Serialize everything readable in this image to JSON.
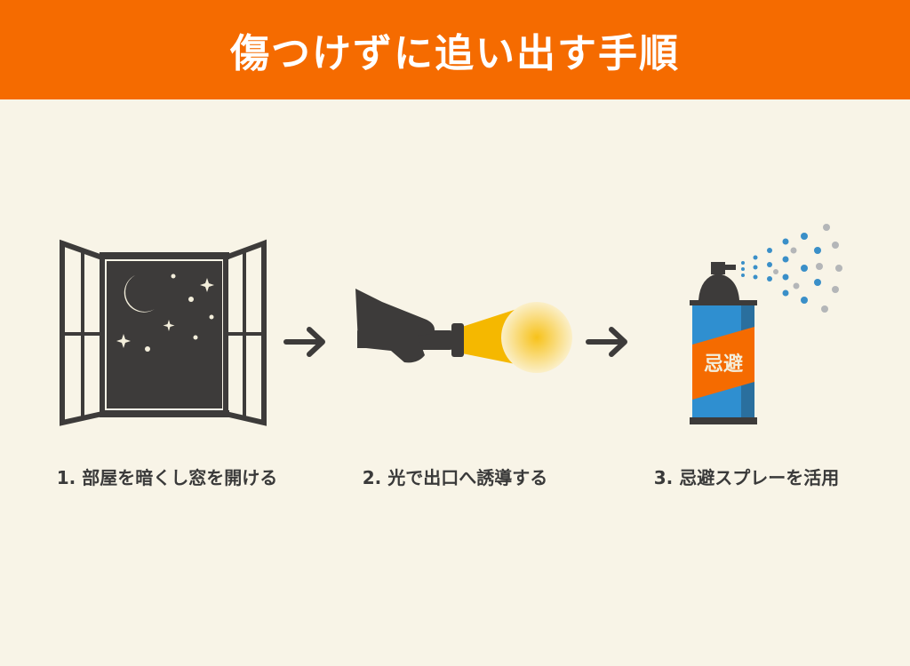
{
  "header": {
    "title": "傷つけずに追い出す手順"
  },
  "steps": [
    {
      "label": "1. 部屋を暗くし窓を開ける",
      "icon": "open-window-night-icon"
    },
    {
      "label": "2. 光で出口へ誘導する",
      "icon": "flashlight-hand-icon"
    },
    {
      "label": "3. 忌避スプレーを活用",
      "icon": "spray-can-icon",
      "can_text": "忌避"
    }
  ],
  "colors": {
    "header": "#f56b00",
    "background": "#f8f4e7",
    "dark": "#3d3b3a",
    "light_beam": "#f5b800",
    "can_blue": "#2f8fd0",
    "can_orange": "#f56b00"
  }
}
